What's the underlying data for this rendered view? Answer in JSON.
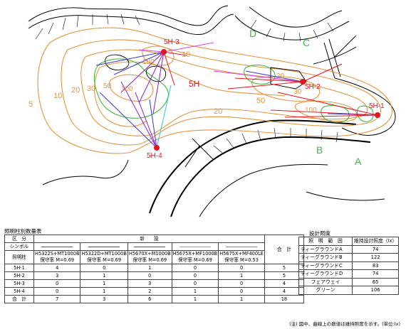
{
  "map": {
    "pole_labels": [
      "5H-1",
      "5H-2",
      "5H-3",
      "5H-4"
    ],
    "zone_label": "5H",
    "tee_labels": [
      "A",
      "B",
      "C",
      "D"
    ],
    "contour_values": [
      "5",
      "10",
      "20",
      "30",
      "50",
      "100",
      "10",
      "20",
      "50",
      "100",
      "20",
      "30",
      "100"
    ],
    "colors": {
      "contour": "#e8943c",
      "green": "#3dbb3d",
      "pole": "#e8141c",
      "red_beam": "#e8141c",
      "blue_beam": "#3a3ad8",
      "purple_beam": "#8c1cc8",
      "magenta_beam": "#e040e0",
      "cyan_beam": "#30c8e8",
      "road": "#000000"
    }
  },
  "qty_table": {
    "title": "照明柱別数量表",
    "row_division": "区　分",
    "row_symbol": "シンボル",
    "row_fixture": "照明柱",
    "group_header": "新　　設",
    "total_header": "合　計",
    "fixtures": [
      {
        "model": "H5322S+MT1000B",
        "maint": "保守率 M=0.69",
        "color": "#e8141c"
      },
      {
        "model": "H5322D+MT1000B",
        "maint": "保守率 M=0.69",
        "color": "#3a3ad8"
      },
      {
        "model": "H5670X+M1000B",
        "maint": "保守率 M=0.69",
        "color": "#8c1cc8"
      },
      {
        "model": "H5675X+MF1000B",
        "maint": "保守率 M=0.69",
        "color": "#30c8e8"
      },
      {
        "model": "H5675X+MF400LE",
        "maint": "保守率 M=0.53",
        "color": "#e040e0"
      }
    ],
    "rows": [
      {
        "label": "5H-1",
        "values": [
          "4",
          "0",
          "1",
          "0",
          "0"
        ],
        "total": "5"
      },
      {
        "label": "5H-2",
        "values": [
          "3",
          "1",
          "0",
          "0",
          "1"
        ],
        "total": "5"
      },
      {
        "label": "5H-3",
        "values": [
          "0",
          "1",
          "3",
          "0",
          "0"
        ],
        "total": "4"
      },
      {
        "label": "5H-4",
        "values": [
          "0",
          "1",
          "2",
          "1",
          "0"
        ],
        "total": "4"
      },
      {
        "label": "合　計",
        "values": [
          "7",
          "3",
          "6",
          "1",
          "1"
        ],
        "total": "18"
      }
    ]
  },
  "lux_table": {
    "title": "設計照度",
    "col_range": "照　明　範　囲",
    "col_value": "維持設計照度（lx）",
    "rows": [
      {
        "range": "ティーグラウンドA",
        "value": "74"
      },
      {
        "range": "ティーグラウンドB",
        "value": "122"
      },
      {
        "range": "ティーグラウンドC",
        "value": "83"
      },
      {
        "range": "ティーグラウンドD",
        "value": "74"
      },
      {
        "range": "フェアウェイ",
        "value": "65"
      },
      {
        "range": "グリーン",
        "value": "106"
      }
    ]
  },
  "note": "(注) 図中、曲線上の数値は維持照度を示す。(単位:lx)"
}
